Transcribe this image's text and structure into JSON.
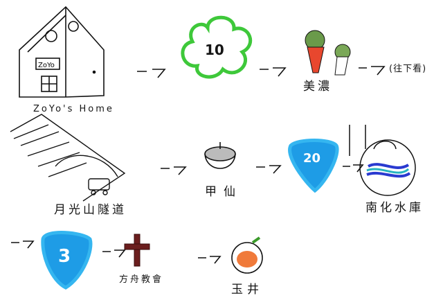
{
  "stops": {
    "home": {
      "label": "ZoYo's Home",
      "sign": "ZoYo"
    },
    "route10": {
      "number": "10",
      "color": "#3ec83a"
    },
    "meinong": {
      "label": "美濃"
    },
    "continue_note": "(往下看)",
    "tunnel": {
      "label": "月光山隧道"
    },
    "jiaxian": {
      "label": "甲仙"
    },
    "route20": {
      "number": "20",
      "color": "#1ea0e6"
    },
    "nanhua": {
      "label": "南化水庫"
    },
    "route3": {
      "number": "3",
      "color": "#1ea0e6"
    },
    "church": {
      "label": "方舟教會",
      "color": "#6b1e1e"
    },
    "yujing": {
      "label": "玉井",
      "color": "#f07a3a"
    }
  },
  "arrow_glyph": "—7"
}
